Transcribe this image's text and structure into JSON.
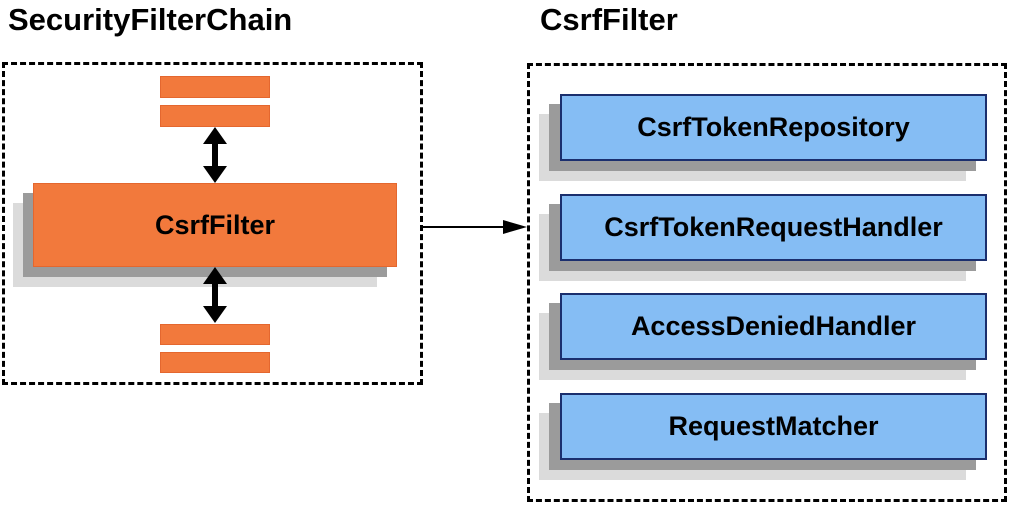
{
  "titles": {
    "left": "SecurityFilterChain",
    "right": "CsrfFilter"
  },
  "left_panel": {
    "name": "SecurityFilterChain",
    "filter_box_label": "CsrfFilter",
    "anonymous_filter_bars": 4
  },
  "right_panel": {
    "name": "CsrfFilter",
    "boxes": [
      {
        "label": "CsrfTokenRepository"
      },
      {
        "label": "CsrfTokenRequestHandler"
      },
      {
        "label": "AccessDeniedHandler"
      },
      {
        "label": "RequestMatcher"
      }
    ]
  },
  "colors": {
    "orange_fill": "#F2793C",
    "orange_border": "#E4672F",
    "blue_fill": "#85BDF4",
    "blue_border": "#1B2F6E",
    "shadow_dark": "#9B9B9B",
    "shadow_light": "#DBDBDB",
    "outline": "#000000",
    "text": "#000000",
    "background": "#FFFFFF"
  }
}
